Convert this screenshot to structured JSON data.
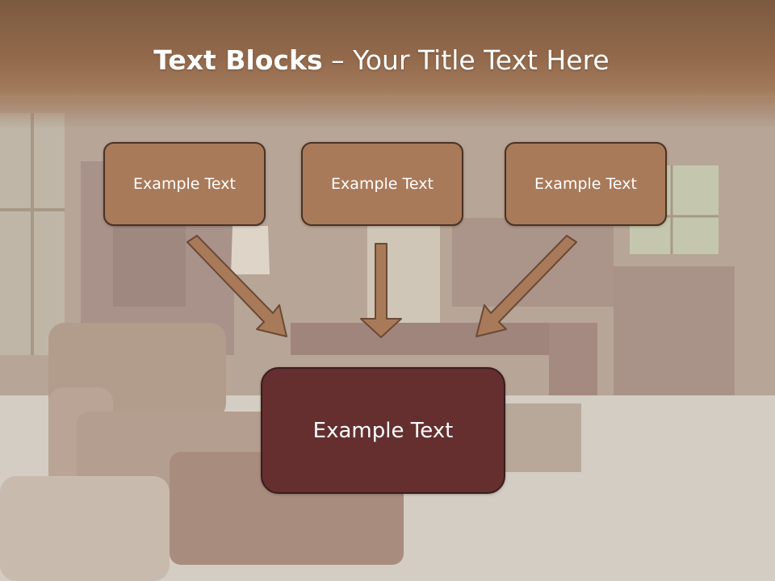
{
  "slide": {
    "title_bold": "Text Blocks",
    "title_dash": " – ",
    "title_rest": "Your Title Text Here"
  },
  "blocks": {
    "top": [
      "Example Text",
      "Example Text",
      "Example Text"
    ],
    "bottom": "Example Text"
  },
  "colors": {
    "title_band": "#93694b",
    "top_box_fill": "#a97a5a",
    "bottom_box_fill": "#652f2f",
    "arrow_fill": "#a97a5a"
  }
}
